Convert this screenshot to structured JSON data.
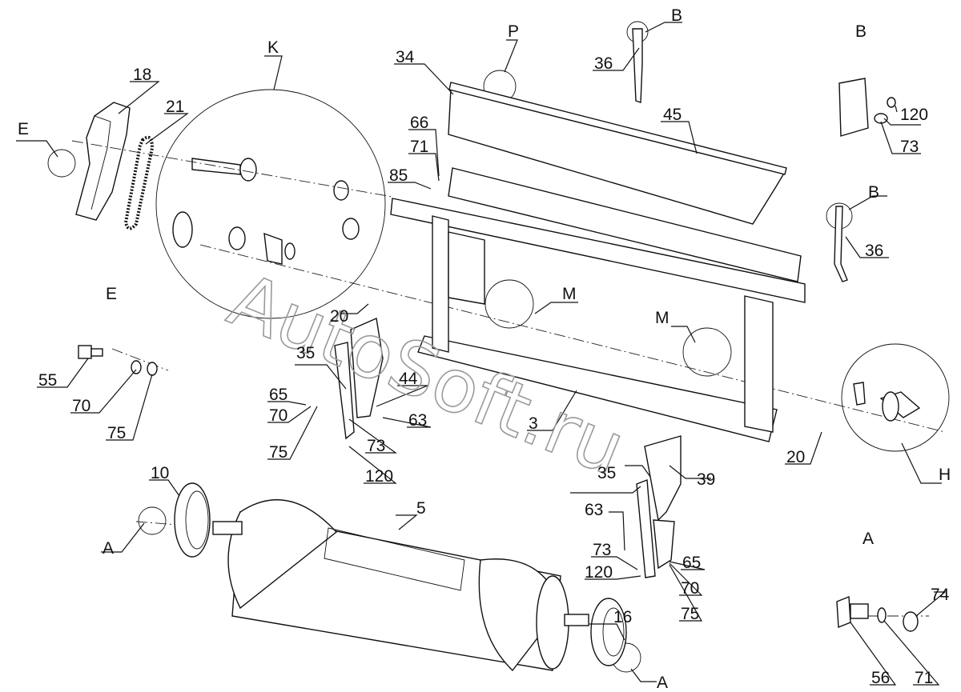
{
  "watermark": "AutoSoft.ru",
  "view_labels": {
    "E": "E",
    "K": "K",
    "P": "P",
    "B": "B",
    "M": "M",
    "H": "H",
    "A": "A"
  },
  "part_numbers": {
    "p3": "3",
    "p5": "5",
    "p10": "10",
    "p16": "16",
    "p18": "18",
    "p20": "20",
    "p21": "21",
    "p34": "34",
    "p35": "35",
    "p36": "36",
    "p39": "39",
    "p44": "44",
    "p45": "45",
    "p55": "55",
    "p56": "56",
    "p63": "63",
    "p65": "65",
    "p66": "66",
    "p70": "70",
    "p71": "71",
    "p73": "73",
    "p74": "74",
    "p75": "75",
    "p85": "85",
    "p120": "120"
  }
}
